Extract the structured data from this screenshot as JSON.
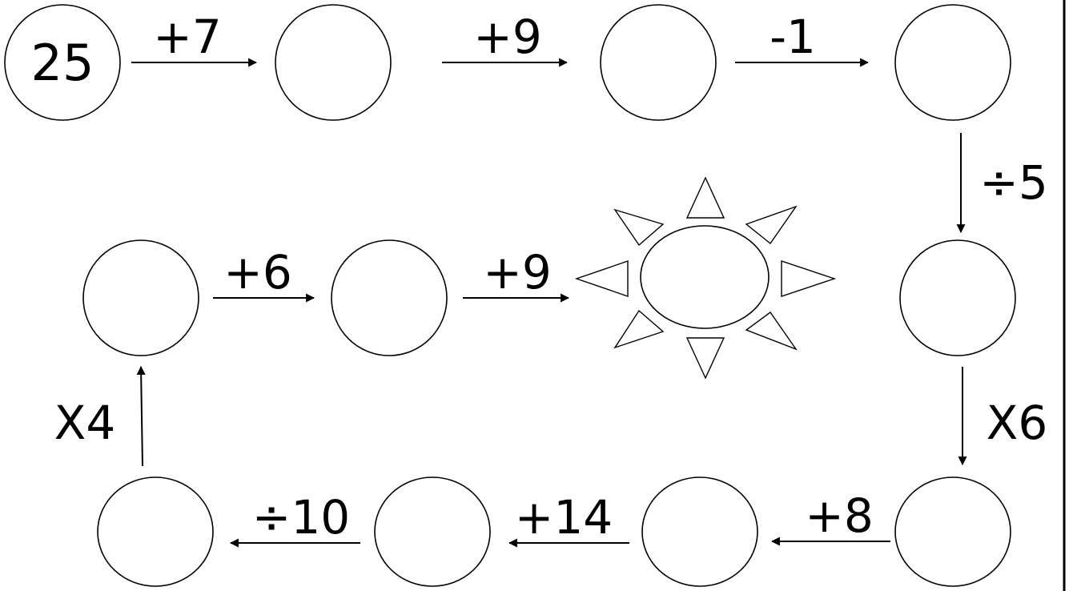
{
  "start_value": "25",
  "operations": [
    {
      "label": "+7"
    },
    {
      "label": "+9"
    },
    {
      "label": "-1"
    },
    {
      "label": "÷5"
    },
    {
      "label": "X6"
    },
    {
      "label": "+8"
    },
    {
      "label": "+14"
    },
    {
      "label": "÷10"
    },
    {
      "label": "X4"
    },
    {
      "label": "+6"
    },
    {
      "label": "+9"
    }
  ]
}
